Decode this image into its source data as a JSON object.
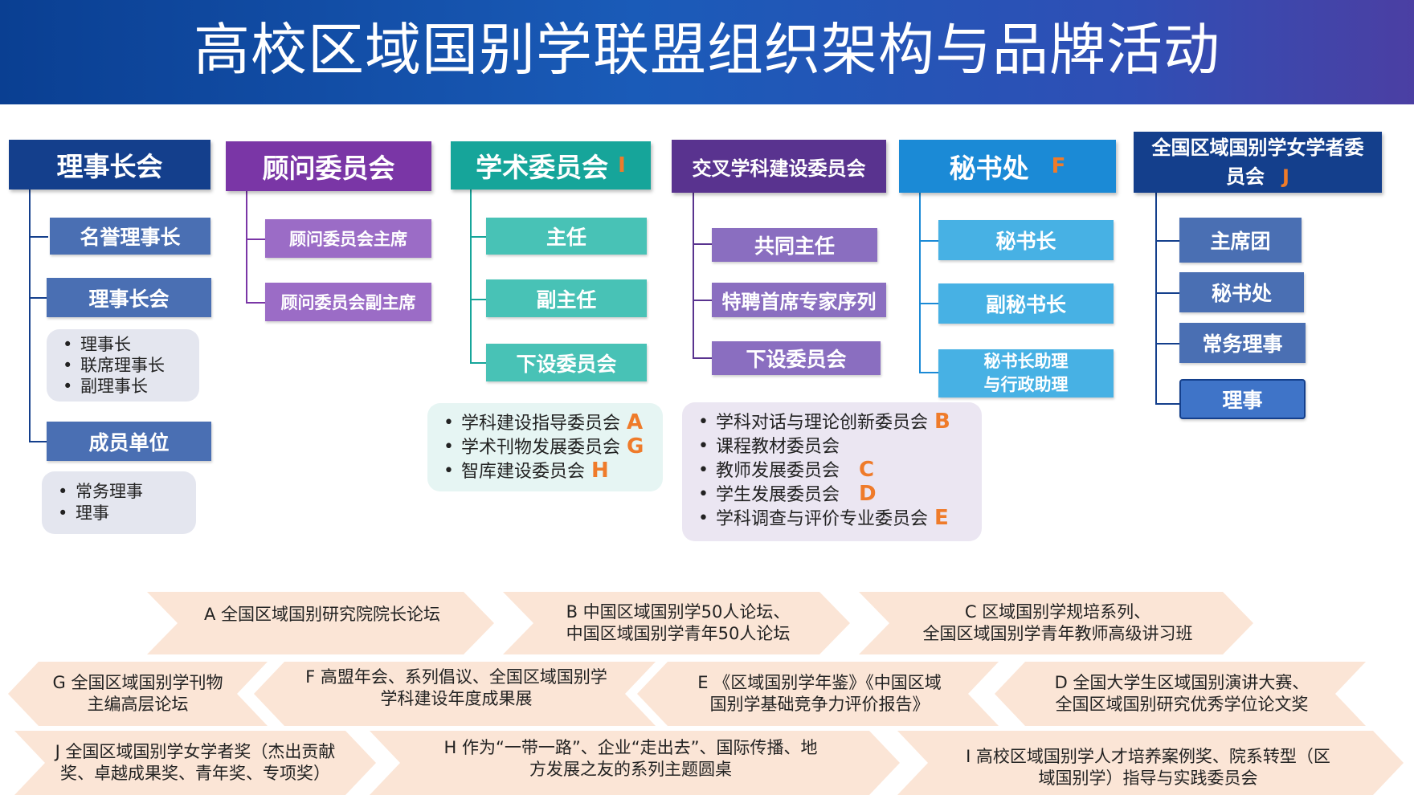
{
  "title": "高校区域国别学联盟组织架构与品牌活动",
  "colors": {
    "banner": "#0a3f92",
    "council": "#143f8c",
    "council_sub": "#4a6fb3",
    "advisory": "#7a36a6",
    "advisory_sub": "#9b6cc6",
    "academic": "#16a59a",
    "academic_sub": "#48c2b6",
    "cross": "#59338f",
    "cross_sub": "#8a6ec0",
    "secretariat": "#1b8ad6",
    "secretariat_sub": "#47b1e4",
    "women": "#143f8c",
    "women_sub": "#4a6fb3",
    "code": "#ef7b2a",
    "arrow": "#fbe5d6"
  },
  "columns": {
    "council": {
      "title": "理事长会",
      "items": [
        "名誉理事长",
        "理事长会",
        "成员单位"
      ],
      "council_list": [
        "理事长",
        "联席理事长",
        "副理事长"
      ],
      "member_list": [
        "常务理事",
        "理事"
      ]
    },
    "advisory": {
      "title": "顾问委员会",
      "items": [
        "顾问委员会主席",
        "顾问委员会副主席"
      ]
    },
    "academic": {
      "title": "学术委员会",
      "code": "I",
      "items": [
        "主任",
        "副主任",
        "下设委员会"
      ],
      "sub_committees": [
        {
          "name": "学科建设指导委员会",
          "code": "A"
        },
        {
          "name": "学术刊物发展委员会",
          "code": "G"
        },
        {
          "name": "智库建设委员会",
          "code": "H"
        }
      ]
    },
    "cross": {
      "title": "交叉学科建设委员会",
      "items": [
        "共同主任",
        "特聘首席专家序列",
        "下设委员会"
      ],
      "sub_committees": [
        {
          "name": "学科对话与理论创新委员会",
          "code": "B"
        },
        {
          "name": "课程教材委员会",
          "code": ""
        },
        {
          "name": "教师发展委员会",
          "code": "C"
        },
        {
          "name": "学生发展委员会",
          "code": "D"
        },
        {
          "name": "学科调查与评价专业委员会",
          "code": "E"
        }
      ]
    },
    "secretariat": {
      "title": "秘书处",
      "code": "F",
      "items": [
        "秘书长",
        "副秘书长"
      ],
      "assistant_line1": "秘书长助理",
      "assistant_line2": "与行政助理"
    },
    "women": {
      "title_line1": "全国区域国别学女学者委",
      "title_line2": "员会",
      "code": "J",
      "items": [
        "主席团",
        "秘书处",
        "常务理事",
        "理事"
      ]
    }
  },
  "activities": [
    {
      "lines": [
        "A 全国区域国别研究院院长论坛"
      ]
    },
    {
      "lines": [
        "B 中国区域国别学50人论坛、",
        "中国区域国别学青年50人论坛"
      ]
    },
    {
      "lines": [
        "C 区域国别学规培系列、",
        "全国区域国别学青年教师高级讲习班"
      ]
    },
    {
      "lines": [
        "G 全国区域国别学刊物",
        "主编高层论坛"
      ]
    },
    {
      "lines": [
        "F 高盟年会、系列倡议、全国区域国别学",
        "学科建设年度成果展"
      ]
    },
    {
      "lines": [
        "E 《区域国别学年鉴》《中国区域",
        "国别学基础竞争力评价报告》"
      ]
    },
    {
      "lines": [
        "D 全国大学生区域国别演讲大赛、",
        "全国区域国别研究优秀学位论文奖"
      ]
    },
    {
      "lines": [
        "J 全国区域国别学女学者奖（杰出贡献",
        "奖、卓越成果奖、青年奖、专项奖）"
      ]
    },
    {
      "lines": [
        "H 作为“一带一路”、企业“走出去”、国际传播、地",
        "方发展之友的系列主题圆桌"
      ]
    },
    {
      "lines": [
        "I 高校区域国别学人才培养案例奖、院系转型（区",
        "域国别学）指导与实践委员会"
      ]
    }
  ]
}
